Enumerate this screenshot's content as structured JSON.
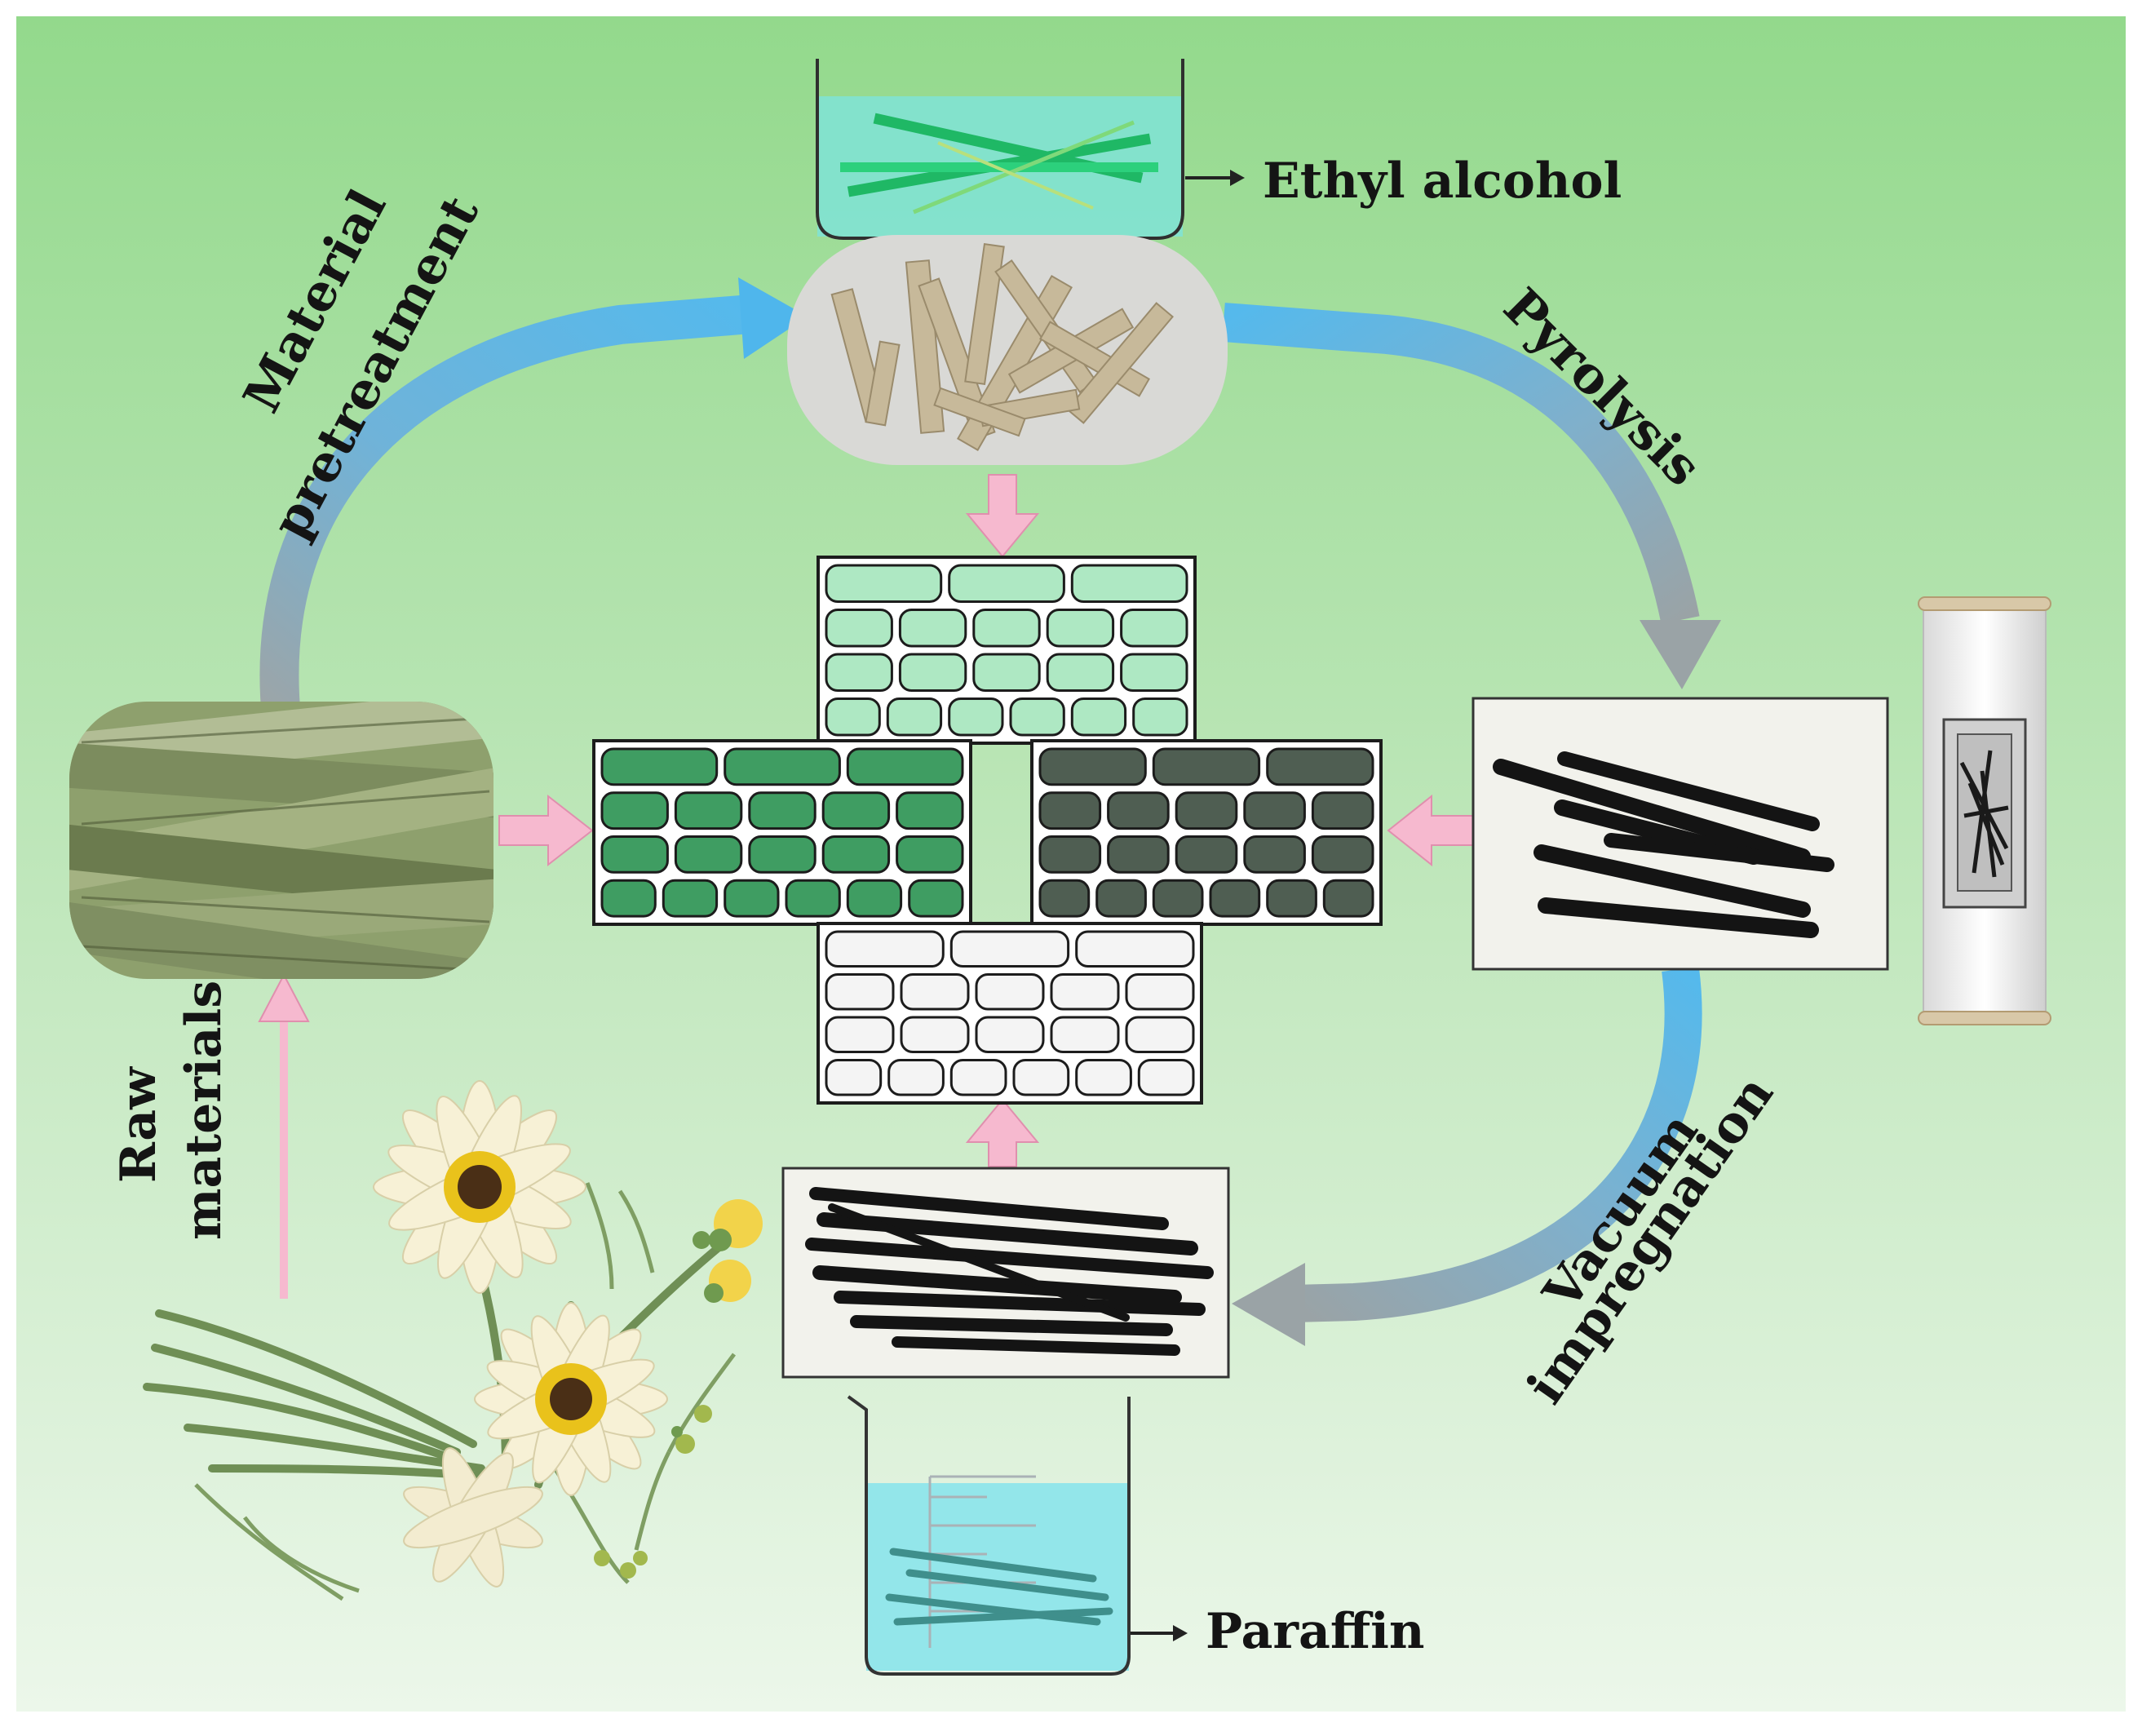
{
  "labels": {
    "ethyl_alcohol": "Ethyl alcohol",
    "pyrolysis": "Pyrolysis",
    "material": "Material",
    "pretreatment": "pretreatment",
    "raw": "Raw",
    "materials": "materials",
    "vacuum": "Vacuum",
    "impregnation": "impregnation",
    "paraffin": "Paraffin"
  },
  "colors": {
    "background_top": "#93d98c",
    "background_bottom": "#e9f5e7",
    "arrow_blue": "#5bbbe8",
    "arrow_gray": "#9aa3a6",
    "pink_arrow": "#f6b9cf",
    "cell_green": "#3f9d62",
    "cell_light_green": "#aee8c3",
    "cell_dark": "#4f5e52",
    "cell_white": "#f4f4f4",
    "solution_cyan": "#7fe3d6",
    "paraffin_cyan": "#93e6ea",
    "pretreated_stem": "#c7b99a",
    "raw_stem": "#8ea06d",
    "carbon_black": "#141414"
  },
  "icons": [
    "beaker-ethanol-icon",
    "pretreated-sticks-image",
    "raw-stems-image",
    "chrysanthemum-flowers-image",
    "carbonized-sticks-image",
    "impregnated-sticks-image",
    "beaker-paraffin-icon",
    "tube-furnace-icon",
    "cell-structure-icon"
  ]
}
